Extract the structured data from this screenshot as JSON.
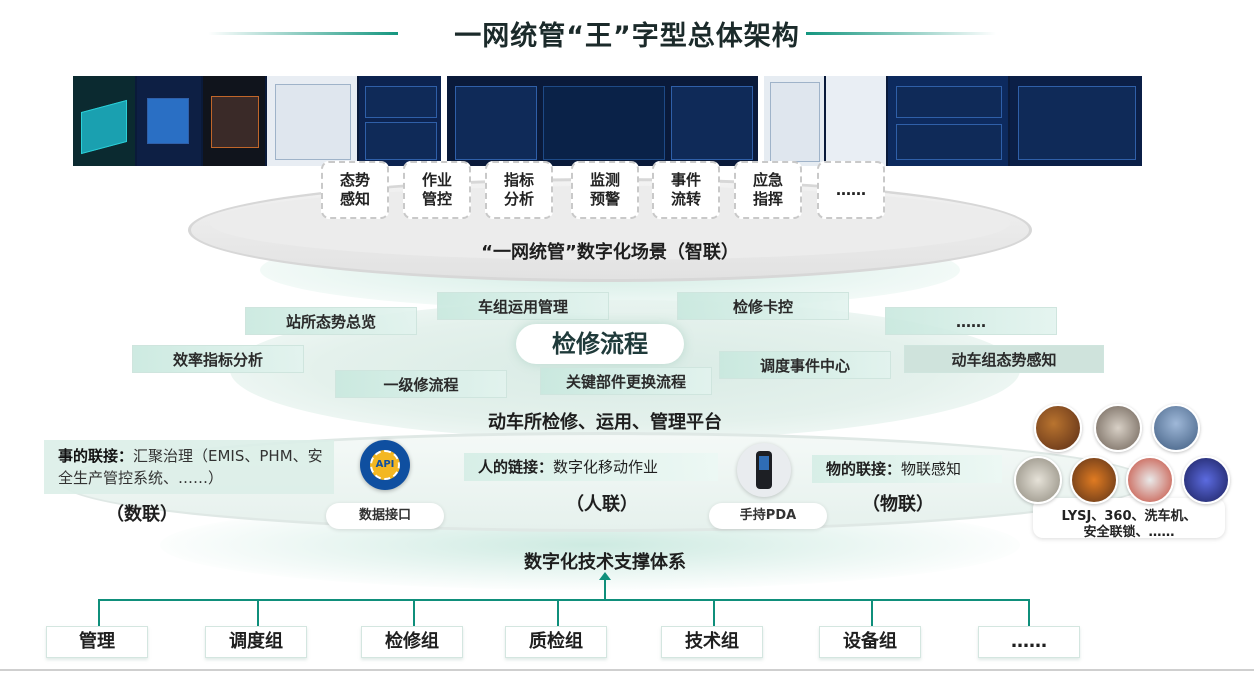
{
  "title": "一网统管“王”字型总体架构",
  "scene_layer": {
    "cards": [
      "态势\n感知",
      "作业\n管控",
      "指标\n分析",
      "监测\n预警",
      "事件\n流转",
      "应急\n指挥",
      "……"
    ],
    "label": "“一网统管”数字化场景（智联）"
  },
  "platform_layer": {
    "center": "检修流程",
    "tags": [
      "车组运用管理",
      "检修卡控",
      "站所态势总览",
      "……",
      "效率指标分析",
      "动车组态势感知",
      "一级修流程",
      "关键部件更换流程",
      "调度事件中心"
    ],
    "label": "动车所检修、运用、管理平台"
  },
  "link_layer": {
    "data_link_title": "事的联接：",
    "data_link_text": "汇聚治理（EMIS、PHM、安全生产管控系统、……）",
    "data_link_tag": "（数联）",
    "data_interface": "数据接口",
    "api_badge": "API",
    "person_link_title": "人的链接：",
    "person_link_text": "数字化移动作业",
    "person_link_tag": "（人联）",
    "pda": "手持PDA",
    "thing_link_title": "物的联接：",
    "thing_link_text": "物联感知",
    "thing_link_tag": "（物联）",
    "devices_caption_1": "LYSJ、360、洗车机、",
    "devices_caption_2": "安全联锁、……"
  },
  "support_label": "数字化技术支撑体系",
  "orgs": [
    "管理",
    "调度组",
    "检修组",
    "质检组",
    "技术组",
    "设备组",
    "……"
  ],
  "colors": {
    "accent": "#14967f",
    "layer": "#e4f2ee",
    "tag": "#cfe3dc"
  }
}
